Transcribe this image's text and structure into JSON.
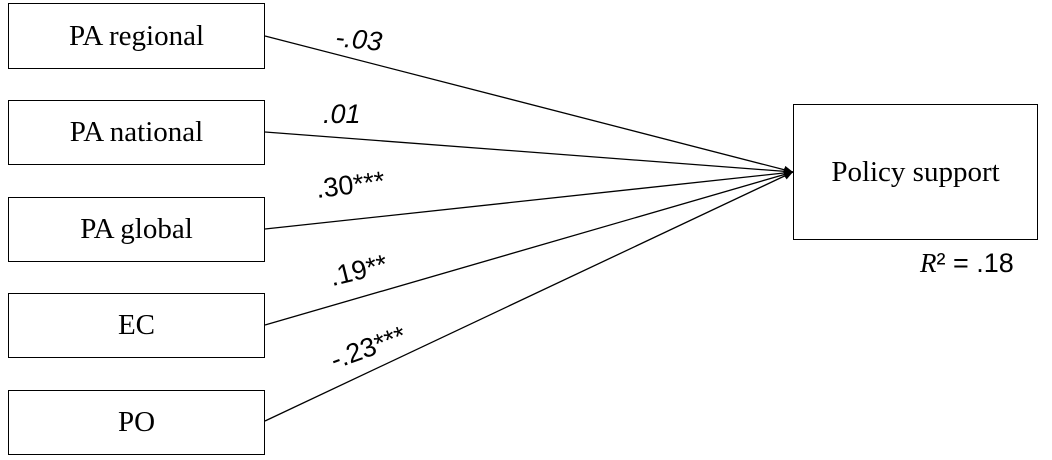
{
  "predictors": [
    "PA regional",
    "PA national",
    "PA global",
    "EC",
    "PO"
  ],
  "outcome": "Policy support",
  "coefficients": [
    "-.03",
    ".01",
    ".30***",
    ".19**",
    "-.23***"
  ],
  "r_squared": {
    "label_base": "R",
    "label_sup": "²",
    "equals": " = ",
    "value": ".18"
  }
}
